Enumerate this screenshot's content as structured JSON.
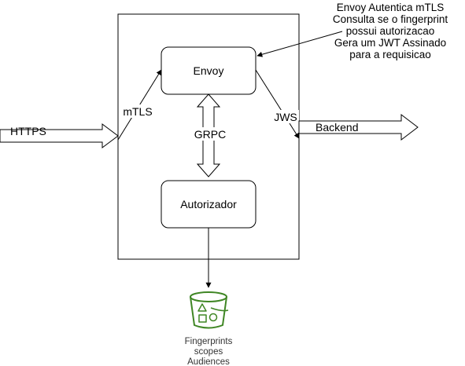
{
  "nodes": {
    "envoy": {
      "label": "Envoy"
    },
    "autorizador": {
      "label": "Autorizador"
    }
  },
  "edges": {
    "https": {
      "label": "HTTPS"
    },
    "mtls": {
      "label": "mTLS"
    },
    "grpc": {
      "label": "GRPC"
    },
    "jws": {
      "label": "JWS"
    },
    "backend": {
      "label": "Backend"
    }
  },
  "note": {
    "lines": [
      "Envoy Autentica mTLS",
      "Consulta se o fingerprint",
      "possui autorizacao",
      "Gera um JWT Assinado",
      "para a requisicao"
    ]
  },
  "storage": {
    "icon": "bucket-icon",
    "color": "#3f8624",
    "lines": [
      "Fingerprints",
      "scopes",
      "Audiences"
    ]
  }
}
